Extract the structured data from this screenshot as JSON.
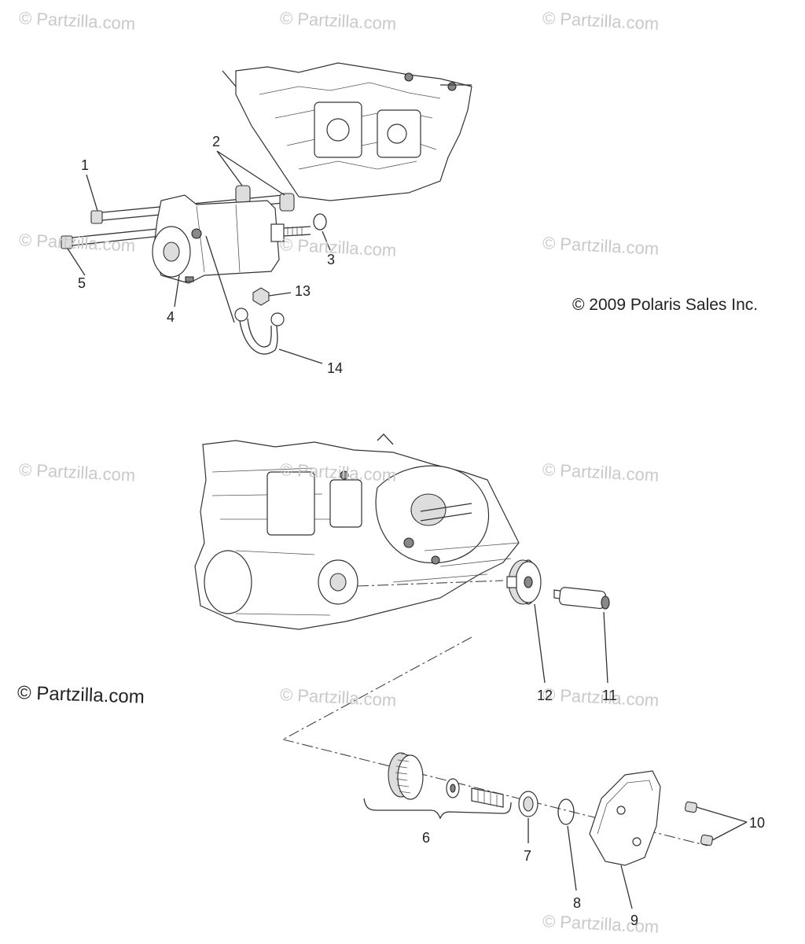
{
  "watermarks": [
    "© Partzilla.com",
    "© Partzilla.com",
    "© Partzilla.com",
    "© Partzilla.com",
    "© Partzilla.com",
    "© Partzilla.com",
    "© Partzilla.com",
    "© Partzilla.com",
    "© Partzilla.com",
    "© Partzilla.com",
    "© Partzilla.com",
    "© Partzilla.com"
  ],
  "watermark_dark": "© Partzilla.com",
  "copyright": "© 2009 Polaris Sales Inc.",
  "callouts": [
    "1",
    "2",
    "3",
    "4",
    "5",
    "6",
    "7",
    "8",
    "9",
    "10",
    "11",
    "12",
    "13",
    "14"
  ]
}
